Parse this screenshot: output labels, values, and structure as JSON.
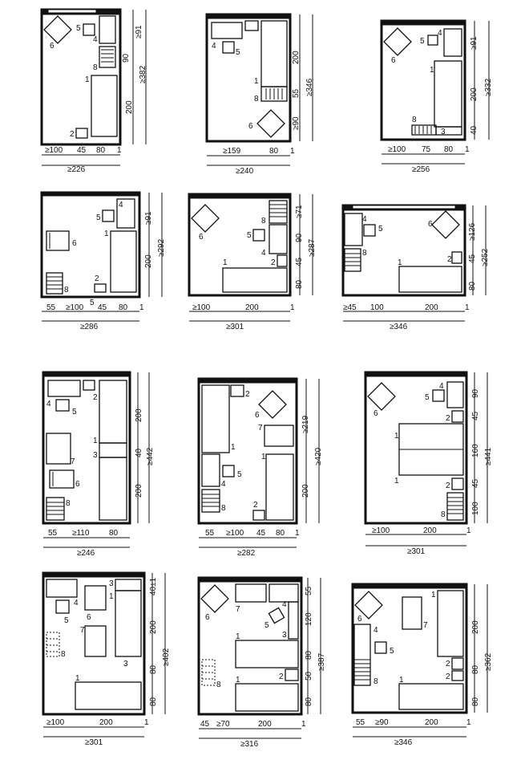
{
  "plans": [
    {
      "id": "p1",
      "labels": [
        "6",
        "5",
        "4",
        "8",
        "1",
        "2"
      ],
      "dims_right": [
        "≥91",
        "90",
        "200",
        "≥382"
      ],
      "dims_bottom": [
        "≥100",
        "45",
        "80",
        "1"
      ],
      "total": "≥226"
    },
    {
      "id": "p2",
      "labels": [
        "4",
        "5",
        "1",
        "8",
        "6"
      ],
      "dims_right": [
        "200",
        "55",
        "≥90",
        "≥346"
      ],
      "dims_bottom": [
        "≥159",
        "80",
        "1"
      ],
      "total": "≥240"
    },
    {
      "id": "p3",
      "labels": [
        "6",
        "5",
        "4",
        "1",
        "8",
        "3"
      ],
      "dims_right": [
        "≥91",
        "200",
        "40",
        "≥332"
      ],
      "dims_bottom": [
        "≥100",
        "75",
        "80",
        "1"
      ],
      "total": "≥256"
    },
    {
      "id": "p4",
      "labels": [
        "5",
        "4",
        "6",
        "1",
        "2",
        "8",
        "5"
      ],
      "dims_right": [
        "≥91",
        "200",
        "≥292"
      ],
      "dims_bottom": [
        "55",
        "≥100",
        "45",
        "80",
        "1"
      ],
      "total": "≥286"
    },
    {
      "id": "p5",
      "labels": [
        "6",
        "8",
        "5",
        "4",
        "1",
        "2"
      ],
      "dims_right": [
        "≥71",
        "90",
        "45",
        "80",
        "≥287"
      ],
      "dims_bottom": [
        "≥100",
        "200",
        "1"
      ],
      "total": "≥301"
    },
    {
      "id": "p6",
      "labels": [
        "4",
        "5",
        "6",
        "8",
        "1",
        "2"
      ],
      "dims_right": [
        "≥126",
        "45",
        "80",
        "≥252"
      ],
      "dims_bottom": [
        "≥45",
        "100",
        "200",
        "1"
      ],
      "total": "≥346"
    },
    {
      "id": "p7",
      "labels": [
        "2",
        "4",
        "5",
        "1",
        "3",
        "7",
        "6",
        "8"
      ],
      "dims_right": [
        "200",
        "40",
        "200",
        "≥442"
      ],
      "dims_bottom": [
        "55",
        "≥110",
        "80"
      ],
      "total": "≥246"
    },
    {
      "id": "p8",
      "labels": [
        "2",
        "6",
        "7",
        "1",
        "1",
        "4",
        "5",
        "8",
        "2"
      ],
      "dims_right": [
        "≥219",
        "200",
        "≥420"
      ],
      "dims_bottom": [
        "55",
        "≥100",
        "45",
        "80",
        "1"
      ],
      "total": "≥282"
    },
    {
      "id": "p9",
      "labels": [
        "4",
        "5",
        "2",
        "6",
        "1",
        "1",
        "2",
        "8"
      ],
      "dims_right": [
        "90",
        "45",
        "160",
        "45",
        "100",
        "≥441"
      ],
      "dims_bottom": [
        "≥100",
        "200",
        "1"
      ],
      "total": "≥301"
    },
    {
      "id": "p10",
      "labels": [
        "3",
        "1",
        "4",
        "6",
        "5",
        "7",
        "8",
        "3",
        "1"
      ],
      "dims_right": [
        "40±1",
        "200",
        "80",
        "80",
        "≥402"
      ],
      "dims_bottom": [
        "≥100",
        "200",
        "1"
      ],
      "total": "≥301"
    },
    {
      "id": "p11",
      "labels": [
        "6",
        "7",
        "5",
        "4",
        "3",
        "1",
        "2",
        "8",
        "1"
      ],
      "dims_right": [
        "55",
        "120",
        "80",
        "50",
        "80",
        "≥387"
      ],
      "dims_bottom": [
        "45",
        "≥70",
        "200",
        "1"
      ],
      "total": "≥316"
    },
    {
      "id": "p12",
      "labels": [
        "6",
        "4",
        "1",
        "7",
        "5",
        "2",
        "2",
        "8",
        "1"
      ],
      "dims_right": [
        "200",
        "80",
        "80",
        "≥362"
      ],
      "dims_bottom": [
        "55",
        "≥90",
        "200",
        "1"
      ],
      "total": "≥346"
    }
  ]
}
